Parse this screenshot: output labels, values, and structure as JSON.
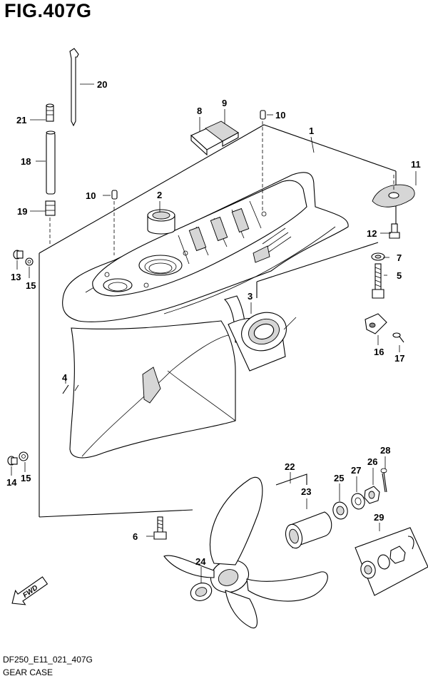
{
  "figure": {
    "title": "FIG.407G",
    "footer_code": "DF250_E11_021_407G",
    "footer_name": "GEAR CASE",
    "fwd_label": "FWD"
  },
  "callouts": {
    "c1": "1",
    "c2": "2",
    "c3": "3",
    "c4": "4",
    "c5": "5",
    "c6": "6",
    "c7": "7",
    "c8": "8",
    "c9": "9",
    "c10a": "10",
    "c10b": "10",
    "c11": "11",
    "c12": "12",
    "c13": "13",
    "c14": "14",
    "c15a": "15",
    "c15b": "15",
    "c16": "16",
    "c17": "17",
    "c18": "18",
    "c19": "19",
    "c20": "20",
    "c21": "21",
    "c22": "22",
    "c23": "23",
    "c24": "24",
    "c25": "25",
    "c26": "26",
    "c27": "27",
    "c28": "28",
    "c29": "29"
  },
  "colors": {
    "line": "#000000",
    "background": "#ffffff",
    "shade": "#d6d6d6"
  }
}
